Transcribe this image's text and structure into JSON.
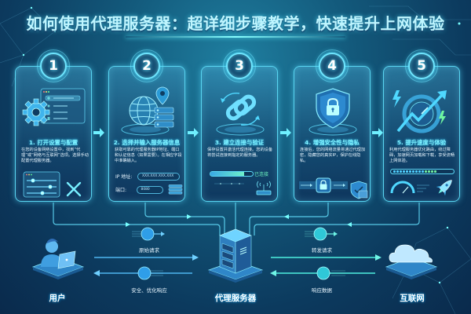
{
  "header": {
    "title": "如何使用代理服务器：超详细步骤教学，快速提升上网体验"
  },
  "steps": [
    {
      "number": "1",
      "title": "1. 打开设置与配置",
      "description": "在您的设备网络设置中，找到“代理”或“网络与互联网”选项。选择手动配置代理服务器。",
      "icons": [
        "gear-icon",
        "settings-window-icon",
        "sliders-icon",
        "tools-icon"
      ]
    },
    {
      "number": "2",
      "title": "2. 选择并输入服务器信息",
      "description": "获取可靠的代理服务器IP地址、端口和认证信息（如果需要）。在相应字段中准确输入。",
      "fields": [
        {
          "label": "IP 地址:",
          "value": "XXX.XXX.XXX.XXX"
        },
        {
          "label": "端口:",
          "value": "8080"
        }
      ],
      "icons": [
        "globe-icon",
        "location-pin-icon",
        "server-stack-icon"
      ]
    },
    {
      "number": "3",
      "title": "3. 建立连接与验证",
      "description": "保存设置并激活代理连接。您的设备将尝试连接到指定的服务器。",
      "status": "已连接",
      "progress_percent": 80,
      "icons": [
        "chain-link-icon",
        "refresh-arrows-icon",
        "check-icon",
        "router-icon"
      ]
    },
    {
      "number": "4",
      "title": "4. 增强安全性与隐私",
      "description": "连接后，您的网络流量将通过代理加密，隐藏您的真实IP，保护在线隐私。",
      "icons": [
        "shield-lock-icon",
        "encrypted-tunnel-icon",
        "shield-firewall-icon"
      ]
    },
    {
      "number": "5",
      "title": "5. 提升速度与体验",
      "description": "利用代理服务器优化路由，绕过障碍，加速网页加载和下载，享受流畅上网体验。",
      "progress_segments": 14,
      "progress_filled": 14,
      "icons": [
        "speedometer-arrow-icon",
        "lightning-icon",
        "gauge-icon",
        "rocket-icon"
      ]
    }
  ],
  "flow": {
    "nodes": [
      {
        "id": "user",
        "label": "用户",
        "icon": "user-laptop-icon"
      },
      {
        "id": "proxy",
        "label": "代理服务器",
        "icon": "server-icon"
      },
      {
        "id": "internet",
        "label": "互联网",
        "icon": "cloud-icon"
      }
    ],
    "edges": [
      {
        "from": "user",
        "to": "proxy",
        "label": "原始请求"
      },
      {
        "from": "proxy",
        "to": "user",
        "label": "安全、优化响应"
      },
      {
        "from": "proxy",
        "to": "internet",
        "label": "转发请求"
      },
      {
        "from": "internet",
        "to": "proxy",
        "label": "响应数据"
      }
    ]
  },
  "colors": {
    "accent_cyan": "#58d4f0",
    "title_glow": "#bff6ff",
    "card_title": "#7ff2ff",
    "status_green": "#6ff5c0",
    "background_dark": "#0a2a4c"
  }
}
